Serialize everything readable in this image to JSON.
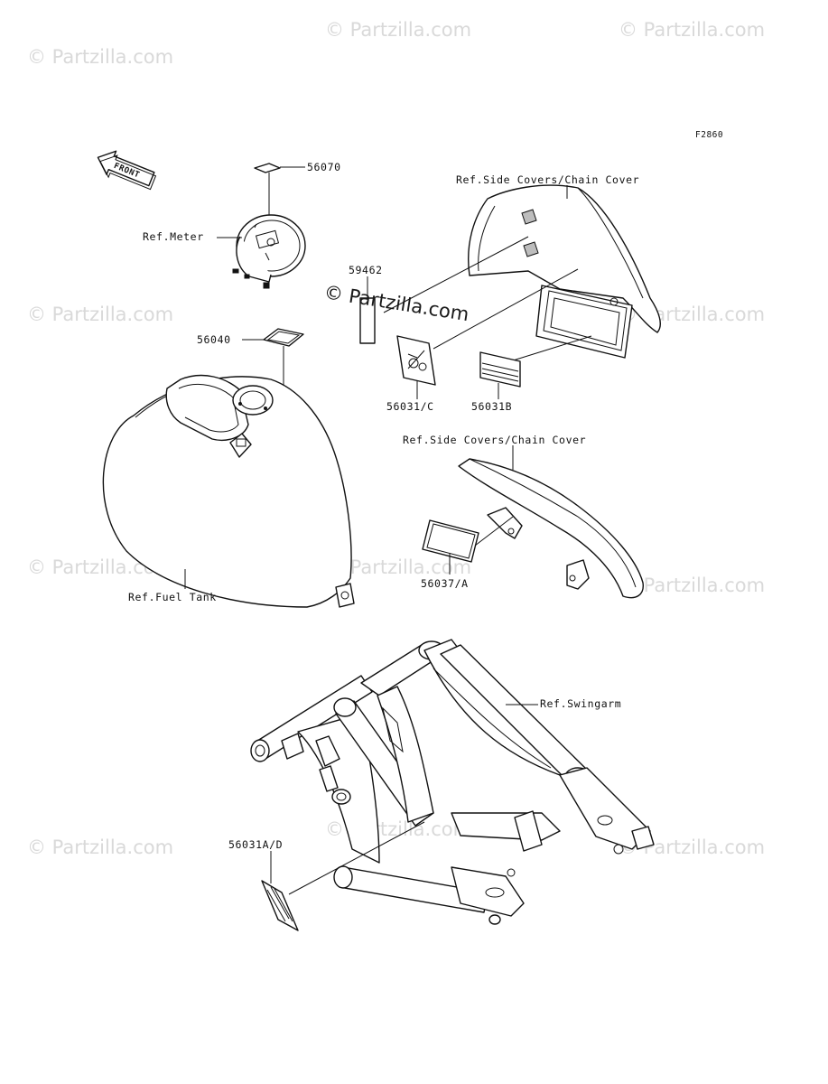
{
  "figure_code": "F2860",
  "watermark": {
    "text": "© Partzilla.com",
    "center_text": "© Partzilla.com"
  },
  "front_arrow": {
    "label": "FRONT"
  },
  "labels": {
    "p56070": "56070",
    "ref_meter": "Ref.Meter",
    "p59462": "59462",
    "p56040": "56040",
    "ref_side_covers_1": "Ref.Side Covers/Chain Cover",
    "p56031c": "56031/C",
    "p56031b": "56031B",
    "ref_side_covers_2": "Ref.Side Covers/Chain Cover",
    "ref_fuel_tank": "Ref.Fuel Tank",
    "p56037a": "56037/A",
    "ref_swingarm": "Ref.Swingarm",
    "p56031ad": "56031A/D"
  }
}
